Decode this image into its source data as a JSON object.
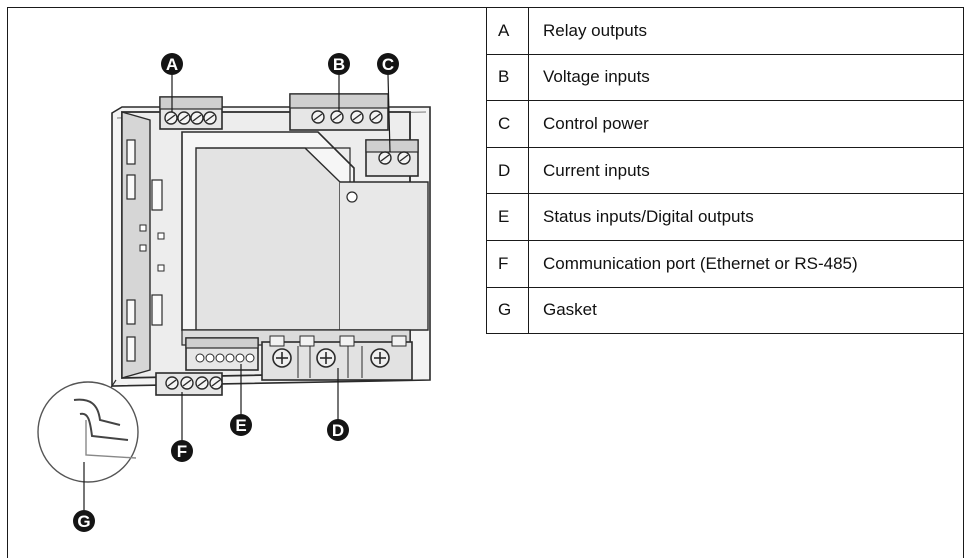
{
  "legend": [
    {
      "key": "A",
      "label": "Relay outputs"
    },
    {
      "key": "B",
      "label": "Voltage inputs"
    },
    {
      "key": "C",
      "label": "Control power"
    },
    {
      "key": "D",
      "label": "Current inputs"
    },
    {
      "key": "E",
      "label": "Status inputs/Digital outputs"
    },
    {
      "key": "F",
      "label": "Communication port (Ethernet or RS-485)"
    },
    {
      "key": "G",
      "label": "Gasket"
    }
  ],
  "callouts": [
    "A",
    "B",
    "C",
    "D",
    "E",
    "F",
    "G"
  ],
  "colors": {
    "callout_fill": "#141414",
    "device_line": "#2b2b2b",
    "device_shade": "#d9d9d9"
  }
}
